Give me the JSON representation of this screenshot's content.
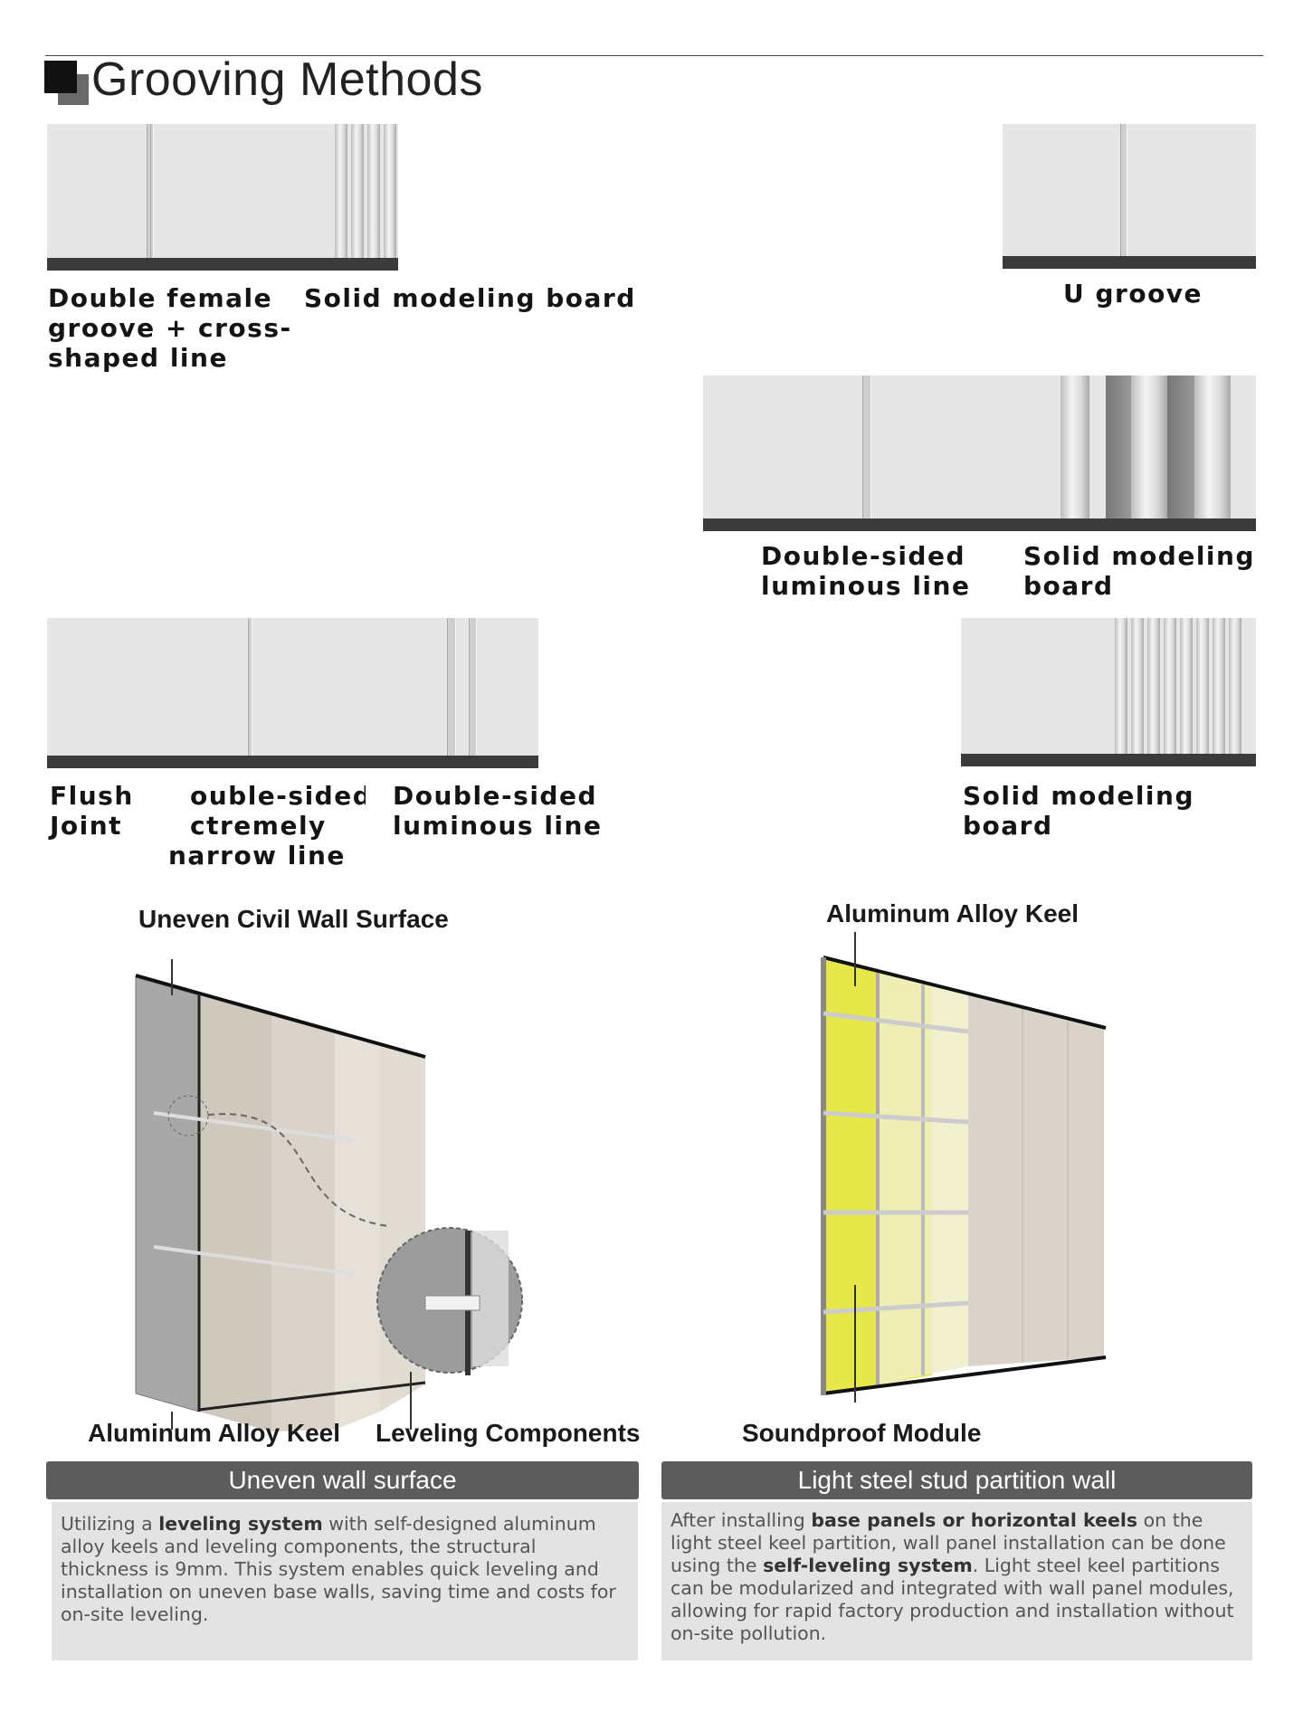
{
  "page": {
    "title": "Grooving Methods"
  },
  "grooving": {
    "captions": {
      "c1": [
        "Double female",
        "groove + cross-",
        "shaped line"
      ],
      "c2": "Solid modeling board",
      "c3": "U groove",
      "c4": [
        "Double-sided",
        "luminous line"
      ],
      "c5": [
        "Solid modeling",
        "board"
      ],
      "c6": [
        "Flush",
        "Joint"
      ],
      "c7": [
        "ouble-sided",
        "ctremely",
        "narrow line"
      ],
      "c8": [
        "Double-sided",
        "luminous line"
      ],
      "c9": [
        "Solid modeling",
        "board"
      ]
    }
  },
  "diagram_left": {
    "label_top": "Uneven Civil Wall Surface",
    "label_bottom_left": "Aluminum Alloy Keel",
    "label_bottom_right": "Leveling Components",
    "bar_title": "Uneven wall surface",
    "desc": [
      {
        "t": "Utilizing a ",
        "b": false
      },
      {
        "t": "leveling system",
        "b": true
      },
      {
        "t": " with self-designed aluminum alloy keels and leveling components, the structural thickness is 9mm. This system enables quick leveling and installation on uneven base walls, saving time and costs for on-site leveling.",
        "b": false
      }
    ]
  },
  "diagram_right": {
    "label_top": "Aluminum Alloy Keel",
    "label_bottom": "Soundproof Module",
    "bar_title": "Light steel stud partition wall",
    "desc": [
      {
        "t": "After installing ",
        "b": false
      },
      {
        "t": "base panels or horizontal keels",
        "b": true
      },
      {
        "t": " on the light steel keel partition, wall panel installation can be done using the ",
        "b": false
      },
      {
        "t": "self-leveling system",
        "b": true
      },
      {
        "t": ". Light steel keel partitions can be modularized and integrated with wall panel modules, allowing for rapid factory production and installation without on-site pollution.",
        "b": false
      }
    ]
  },
  "colors": {
    "panel": "#e6e6e6",
    "base": "#3b3b3b",
    "bar": "#5c5c5c",
    "desc_bg": "#e3e3e3",
    "insulation": "#e6e84a"
  }
}
